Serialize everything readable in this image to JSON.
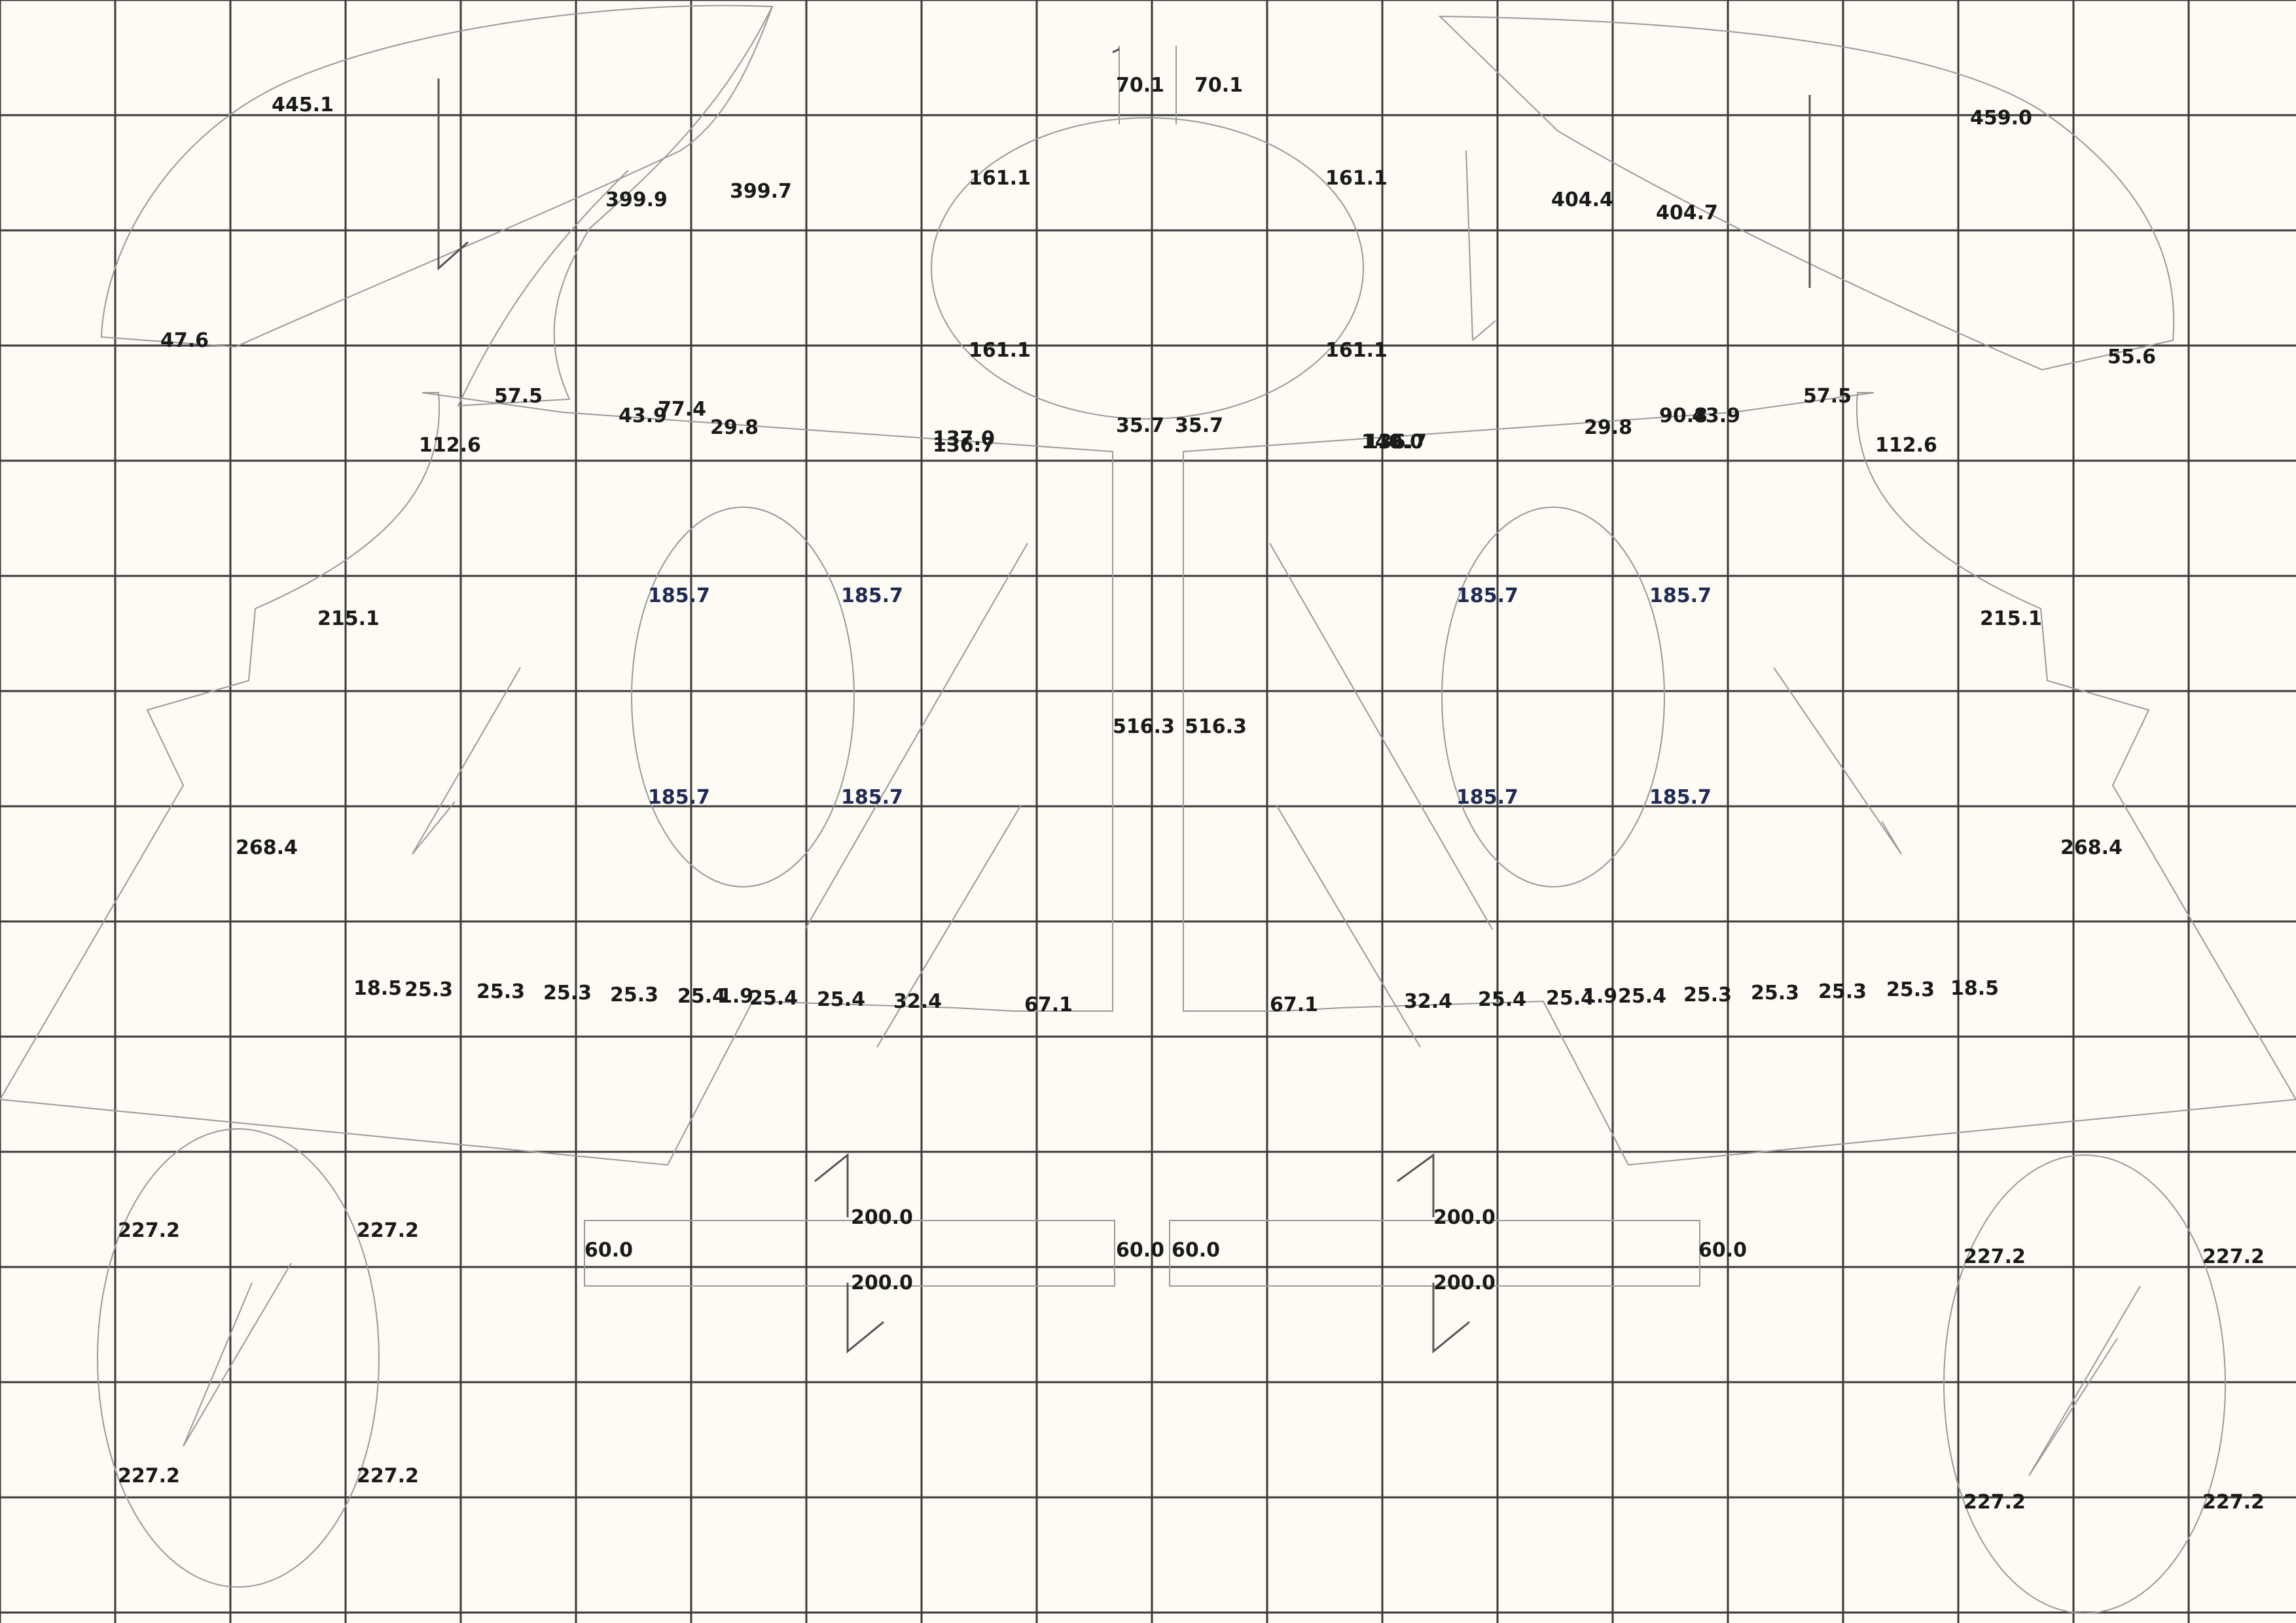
{
  "sheet": {
    "background": "#fdfbf4",
    "grid_color": "#3a3a3a",
    "outline_color": "#9a9a9a",
    "dimension_color": "#1a1a1a",
    "darts_color": "#1f2a55"
  },
  "labels": {
    "collar": [
      "445.1",
      "47.6",
      "459.0",
      "55.6"
    ],
    "yoke": [
      "399.9",
      "399.7",
      "404.4",
      "404.7"
    ],
    "center": [
      "70.1",
      "70.1",
      "35.7",
      "35.7",
      "516.3",
      "516.3"
    ],
    "neck": [
      "161.1",
      "161.1",
      "161.1",
      "161.1"
    ],
    "shoulder": [
      "57.5",
      "57.5",
      "43.9",
      "77.4",
      "29.8",
      "29.8",
      "90.8",
      "43.9",
      "137.0",
      "136.7",
      "140.0",
      "136.7",
      "112.6",
      "112.6"
    ],
    "armhole": [
      "215.1",
      "215.1",
      "268.4",
      "268.4"
    ],
    "darts": [
      "185.7",
      "185.7",
      "185.7",
      "185.7",
      "185.7",
      "185.7",
      "185.7",
      "185.7"
    ],
    "hem_left": [
      "18.5",
      "25.3",
      "25.3",
      "25.3",
      "25.3",
      "25.4",
      "1.9",
      "25.4",
      "25.4",
      "32.4",
      "67.1"
    ],
    "hem_right": [
      "67.1",
      "32.4",
      "25.4",
      "25.4",
      "1.9",
      "25.4",
      "25.3",
      "25.3",
      "25.3",
      "25.3",
      "18.5"
    ],
    "pocket": [
      "200.0",
      "200.0",
      "200.0",
      "200.0",
      "60.0",
      "60.0",
      "60.0",
      "60.0"
    ],
    "sleeve": [
      "227.2",
      "227.2",
      "227.2",
      "227.2",
      "227.2",
      "227.2",
      "227.2",
      "227.2"
    ]
  }
}
